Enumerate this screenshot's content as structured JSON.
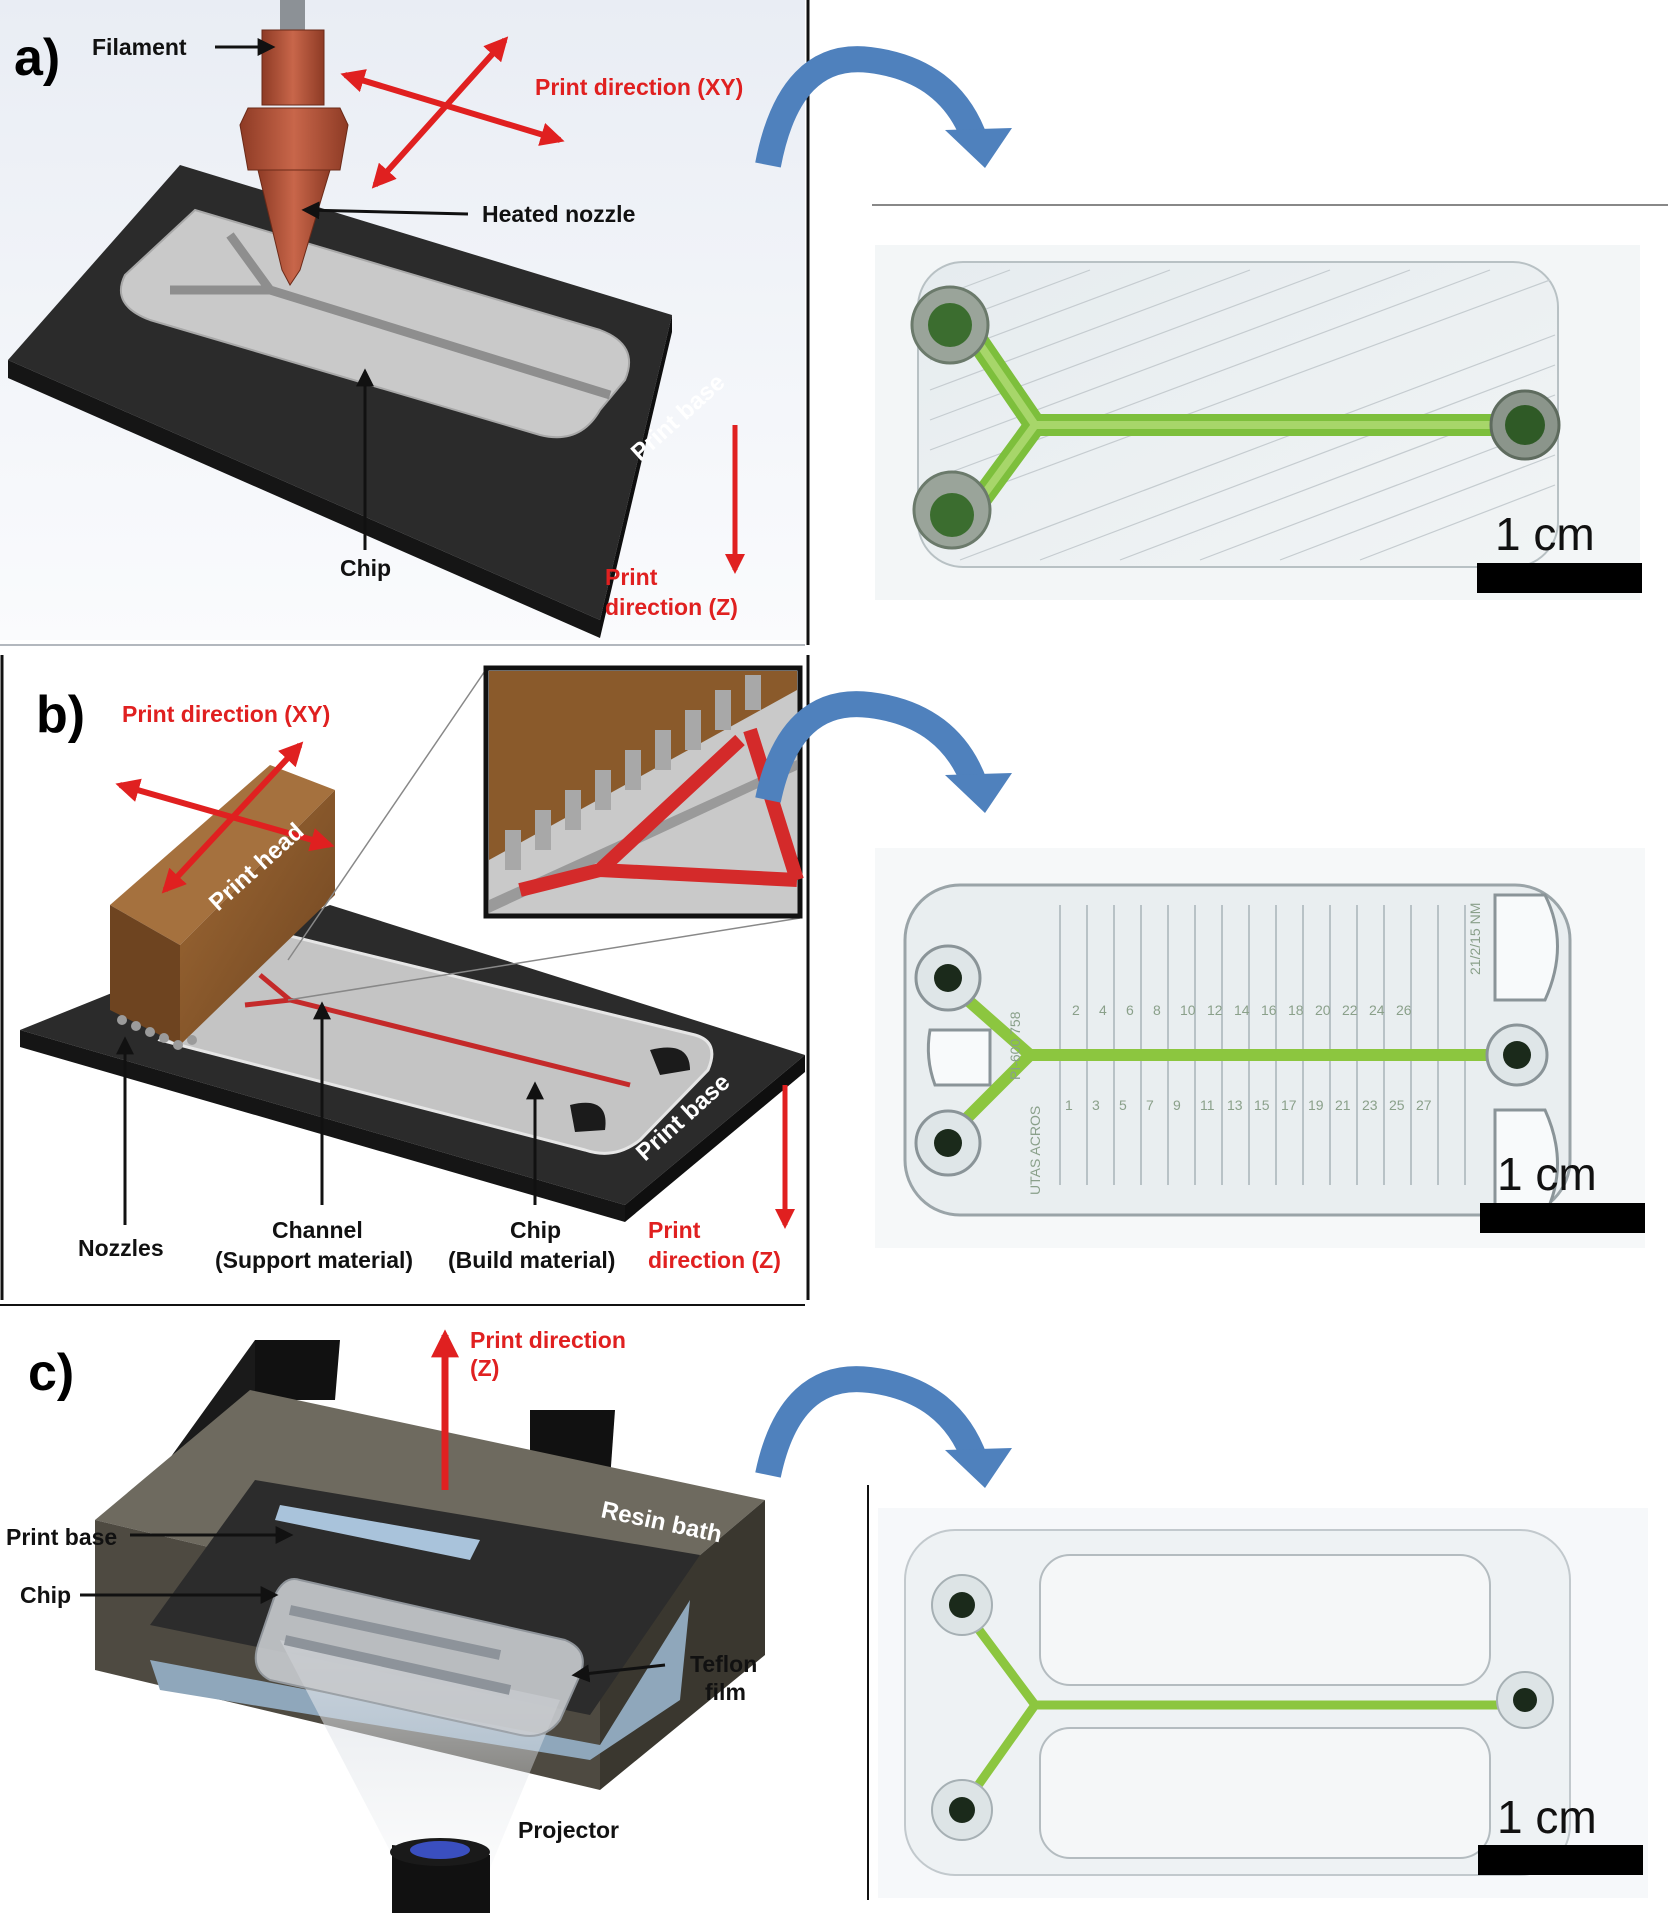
{
  "panels": {
    "a": {
      "letter": "a)",
      "filament": "Filament",
      "print_xy": "Print direction (XY)",
      "heated_nozzle": "Heated nozzle",
      "print_base": "Print base",
      "chip": "Chip",
      "print_z_line1": "Print",
      "print_z_line2": "direction (Z)",
      "scale": "1 cm"
    },
    "b": {
      "letter": "b)",
      "print_xy": "Print direction (XY)",
      "print_head": "Print head",
      "print_base": "Print base",
      "nozzles": "Nozzles",
      "channel_line1": "Channel",
      "channel_line2": "(Support material)",
      "chip_line1": "Chip",
      "chip_line2": "(Build material)",
      "print_z_line1": "Print",
      "print_z_line2": "direction (Z)",
      "scale": "1 cm",
      "chip_ticks_top": [
        "2",
        "4",
        "6",
        "8",
        "10",
        "12",
        "14",
        "16",
        "18",
        "20",
        "22",
        "24",
        "26"
      ],
      "chip_ticks_bottom": [
        "1",
        "3",
        "5",
        "7",
        "9",
        "11",
        "13",
        "15",
        "17",
        "19",
        "21",
        "23",
        "25",
        "27"
      ],
      "chip_text_top": "21/2/15 NM",
      "chip_text_left": "UTAS ACROS",
      "chip_text_mid": "PI-600 758"
    },
    "c": {
      "letter": "c)",
      "print_z_line1": "Print direction",
      "print_z_line2": "(Z)",
      "resin_bath": "Resin bath",
      "print_base": "Print base",
      "chip": "Chip",
      "teflon_line1": "Teflon",
      "teflon_line2": "film",
      "projector": "Projector",
      "scale": "1 cm"
    }
  },
  "colors": {
    "red_arrow": "#e02020",
    "blue_arrow": "#4f81bd",
    "nozzle": "#b5533a",
    "print_head": "#8a5a2b",
    "base": "#2b2b2b",
    "channel_green": "#8cc63f",
    "resin_bath": "#6e6a5f"
  }
}
